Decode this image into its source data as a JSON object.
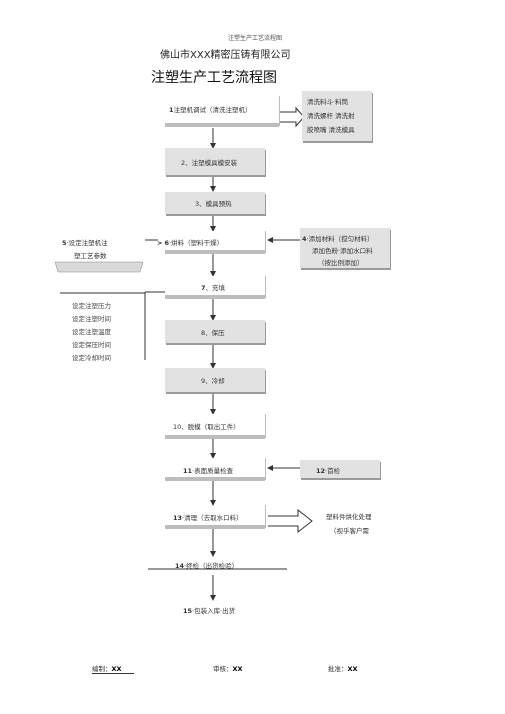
{
  "header": {
    "doc_caption": "注塑生产工艺流程图",
    "company": "佛山市XXX精密压铸有限公司",
    "title": "注塑生产工艺流程图"
  },
  "steps": {
    "s1": {
      "num": "1",
      "label": "注塑机调试（清洗注塑机）"
    },
    "s2": {
      "label": "2、注塑模具模安装"
    },
    "s3": {
      "label": "3、模具预热"
    },
    "s5": {
      "num": "5",
      "line1": "·设定注塑机注",
      "line2": "塑工艺参数"
    },
    "s6": {
      "num": "6",
      "prefix": ">",
      "label": "·烘料（塑料干燥）"
    },
    "s7": {
      "num": "7",
      "label": "、充填"
    },
    "s8": {
      "label": "8、保压"
    },
    "s9": {
      "label": "9、冷却"
    },
    "s10": {
      "label": "10、脱模（取出工件）"
    },
    "s11": {
      "num": "11",
      "label": "·表面质量检查"
    },
    "s12": {
      "num": "12",
      "label": "·首检"
    },
    "s13": {
      "num": "13",
      "label": "·清理（去取水口料）"
    },
    "s14": {
      "num": "14",
      "label": "·终检（出货检验）"
    },
    "s15": {
      "num": "15",
      "label": "·包装入库·出货"
    }
  },
  "callouts": {
    "c1": {
      "line1": "清洗料斗·料筒",
      "line2": "清洗螺杆  清洗射",
      "line3": "胶喷嘴  清洗模具"
    },
    "c4": {
      "num": "4",
      "line1": "·添加材料（搅匀材料）",
      "line2": "添加色粉·添加水口料",
      "line3": "（按比例添加）"
    },
    "c13": {
      "line1": "塑料件烘化处理",
      "line2": "（视乎客户需"
    }
  },
  "params": [
    "设定注塑压力",
    "设定注塑时间",
    "设定注塑温度",
    "设定保压时间",
    "设定冷却时间"
  ],
  "footer": {
    "compiled_label": "编制：",
    "compiled_value": "XX",
    "reviewed_label": "审核：",
    "reviewed_value": "XX",
    "approved_label": "批准：",
    "approved_value": "XX"
  }
}
